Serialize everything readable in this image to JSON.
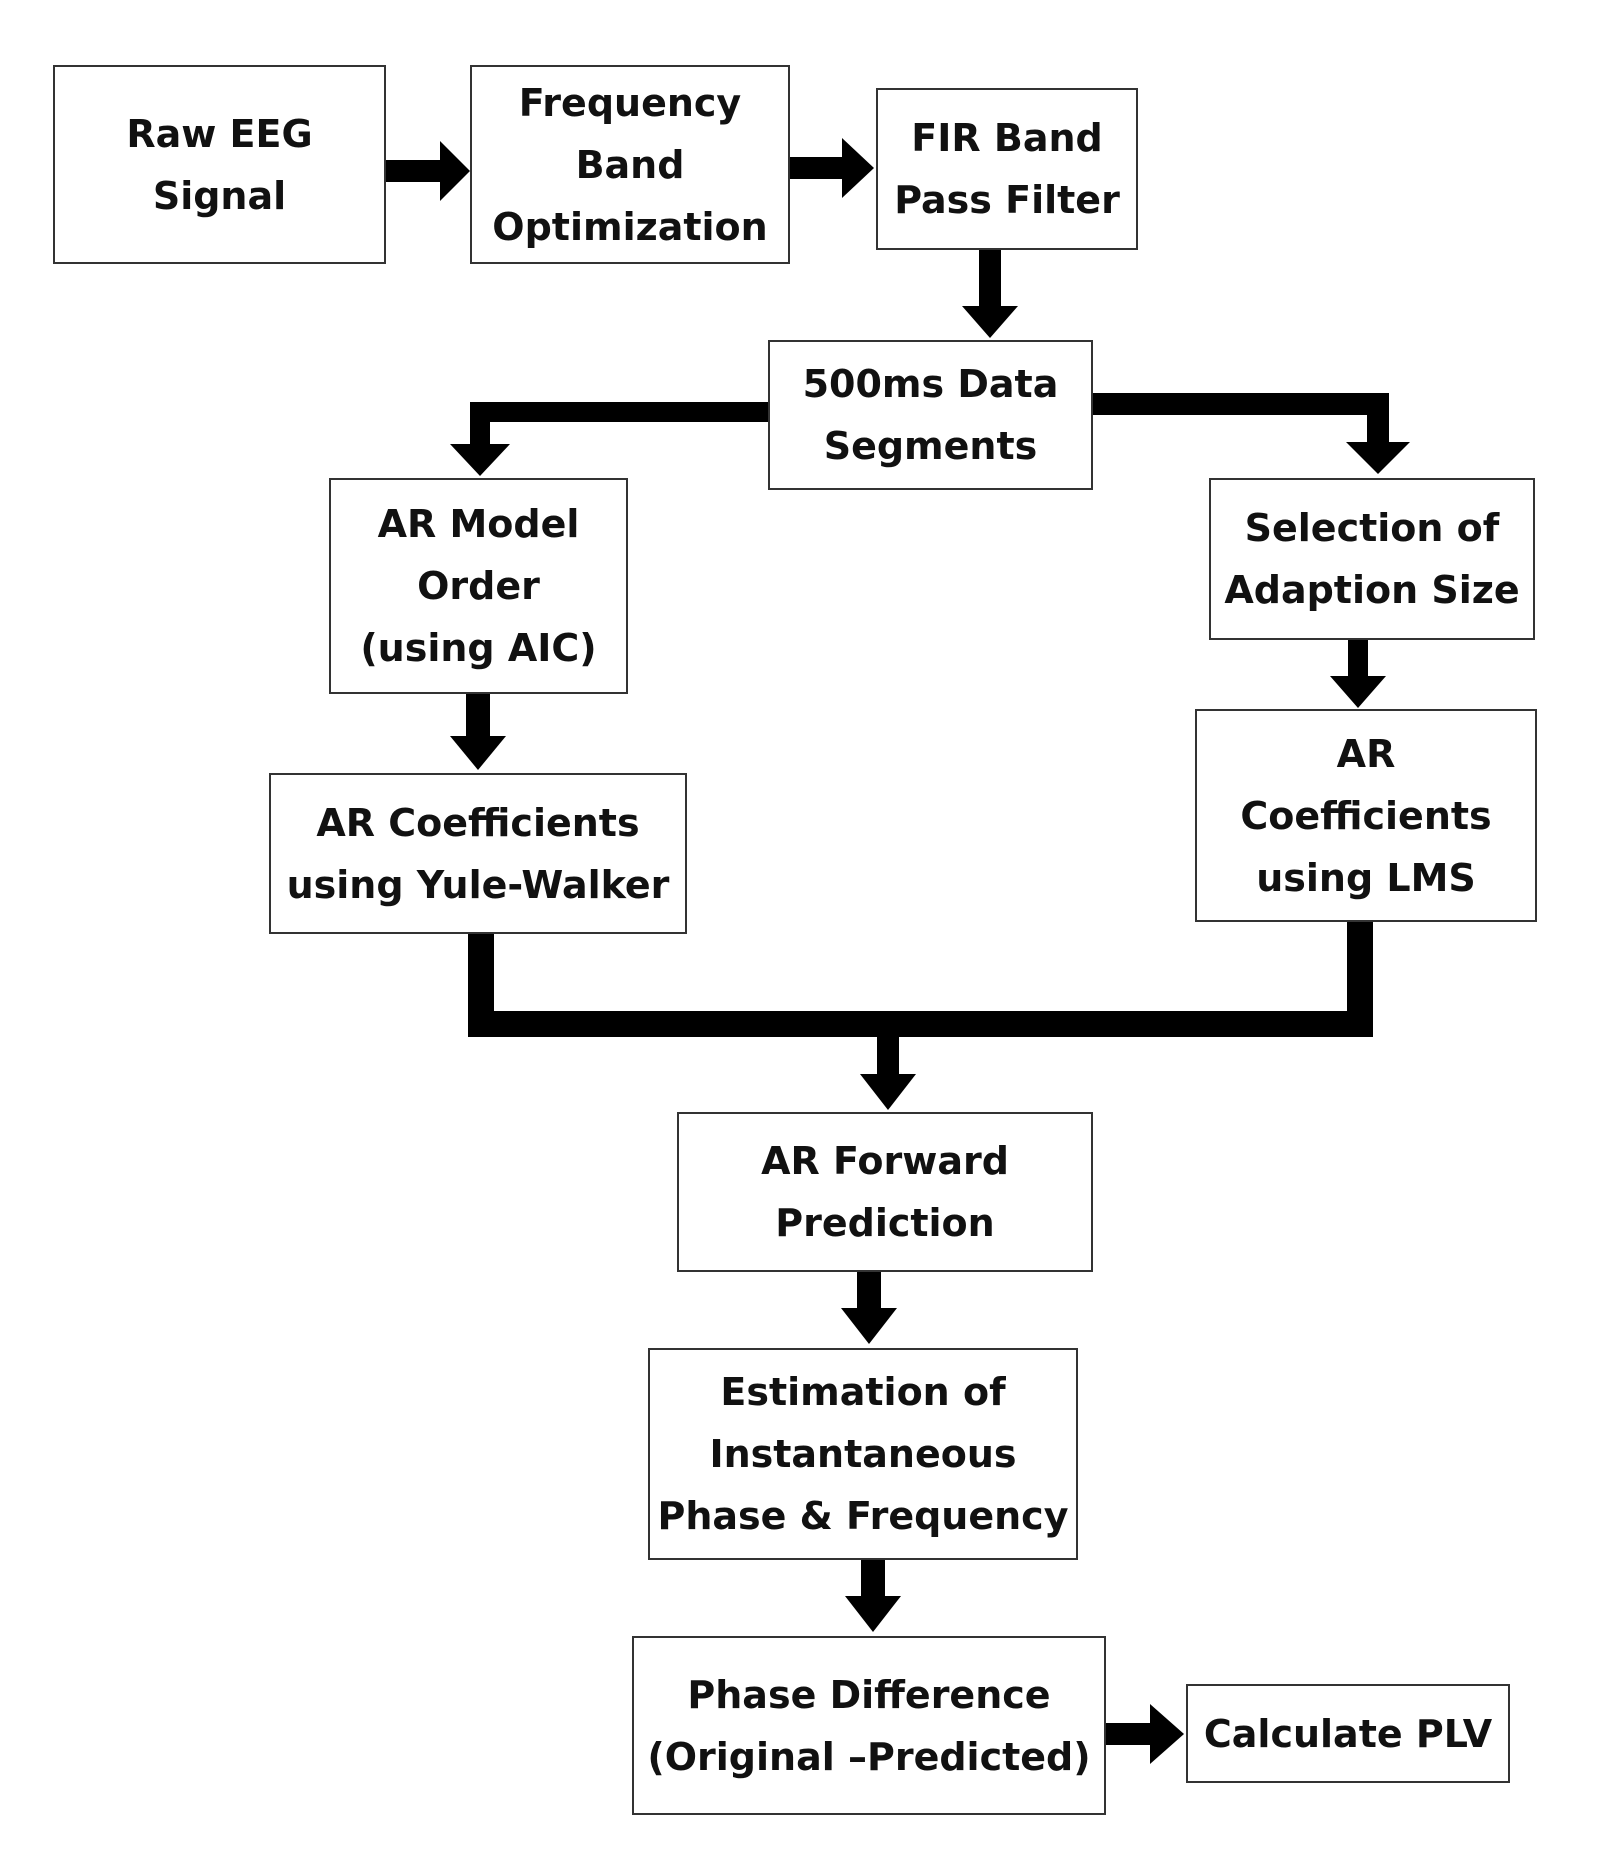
{
  "diagram": {
    "nodes": [
      {
        "id": "raw-eeg",
        "label": "Raw EEG\nSignal"
      },
      {
        "id": "freq-band-opt",
        "label": "Frequency\nBand\nOptimization"
      },
      {
        "id": "fir-filter",
        "label": "FIR Band\nPass Filter"
      },
      {
        "id": "data-segments",
        "label": "500ms Data\nSegments"
      },
      {
        "id": "ar-model-order",
        "label": "AR Model\nOrder\n(using AIC)"
      },
      {
        "id": "adaption-size",
        "label": "Selection of\nAdaption Size"
      },
      {
        "id": "ar-yule-walker",
        "label": "AR Coefficients\nusing Yule-Walker"
      },
      {
        "id": "ar-lms",
        "label": "AR\nCoefficients\nusing LMS"
      },
      {
        "id": "ar-forward",
        "label": "AR Forward\nPrediction"
      },
      {
        "id": "estimation",
        "label": "Estimation of\nInstantaneous\nPhase & Frequency"
      },
      {
        "id": "phase-diff",
        "label": "Phase Difference\n(Original –Predicted)"
      },
      {
        "id": "plv",
        "label": "Calculate PLV"
      }
    ],
    "edges": [
      {
        "from": "raw-eeg",
        "to": "freq-band-opt"
      },
      {
        "from": "freq-band-opt",
        "to": "fir-filter"
      },
      {
        "from": "fir-filter",
        "to": "data-segments"
      },
      {
        "from": "data-segments",
        "to": "ar-model-order"
      },
      {
        "from": "data-segments",
        "to": "adaption-size"
      },
      {
        "from": "ar-model-order",
        "to": "ar-yule-walker"
      },
      {
        "from": "adaption-size",
        "to": "ar-lms"
      },
      {
        "from": "ar-yule-walker",
        "to": "ar-forward"
      },
      {
        "from": "ar-lms",
        "to": "ar-forward"
      },
      {
        "from": "ar-forward",
        "to": "estimation"
      },
      {
        "from": "estimation",
        "to": "phase-diff"
      },
      {
        "from": "phase-diff",
        "to": "plv"
      }
    ],
    "colors": {
      "arrow": "#000000",
      "border": "#333333",
      "text": "#111111",
      "background": "#ffffff"
    }
  }
}
